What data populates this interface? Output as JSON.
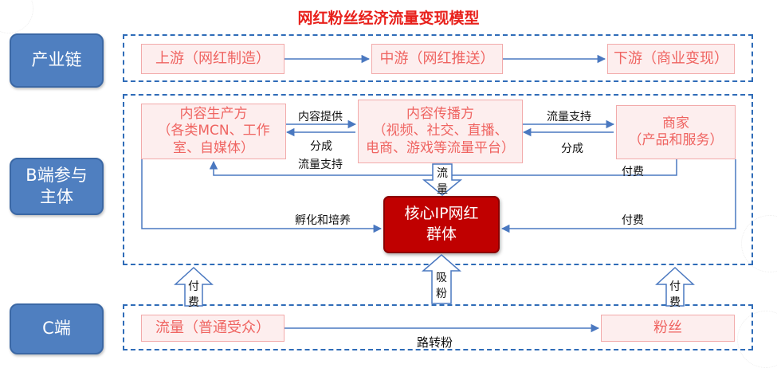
{
  "title": "网红粉丝经济流量变现模型",
  "lanes": {
    "industry_chain": "产业链",
    "b_side": "B端参与\n主体",
    "c_side": "C端"
  },
  "industry": {
    "upstream": "上游（网红制造）",
    "midstream": "中游（网红推送）",
    "downstream": "下游（商业变现）"
  },
  "b_side": {
    "producer": "内容生产方\n（各类MCN、工作\n室、自媒体）",
    "distributor": "内容传播方\n（视频、社交、直播、\n电商、游戏等流量平台）",
    "merchant": "商家\n（产品和服务）",
    "core": "核心IP网红\n群体"
  },
  "edge_labels": {
    "content_supply": "内容提供",
    "revenue_share_left": "分成",
    "traffic_support_left": "流量支持",
    "traffic_support_right": "流量支持",
    "revenue_share_right": "分成",
    "pay_top": "付费",
    "pay_mid": "付费",
    "incubate": "孵化和培养",
    "traffic_down": "流量",
    "attract_fans": "吸粉",
    "pay_left": "付费",
    "pay_right": "付费",
    "convert_fans": "路转粉"
  },
  "c_side": {
    "traffic": "流量（普通受众）",
    "fans": "粉丝"
  },
  "colors": {
    "title": "#e8211c",
    "lane_border": "#2f6cb8",
    "side_box": "#4f7fc0",
    "pink_box_fill": "#fdeeee",
    "pink_box_border": "#f2aaaa",
    "pink_text": "#ef6461",
    "core_fill": "#c00000",
    "arrow": "#4a78c0"
  }
}
